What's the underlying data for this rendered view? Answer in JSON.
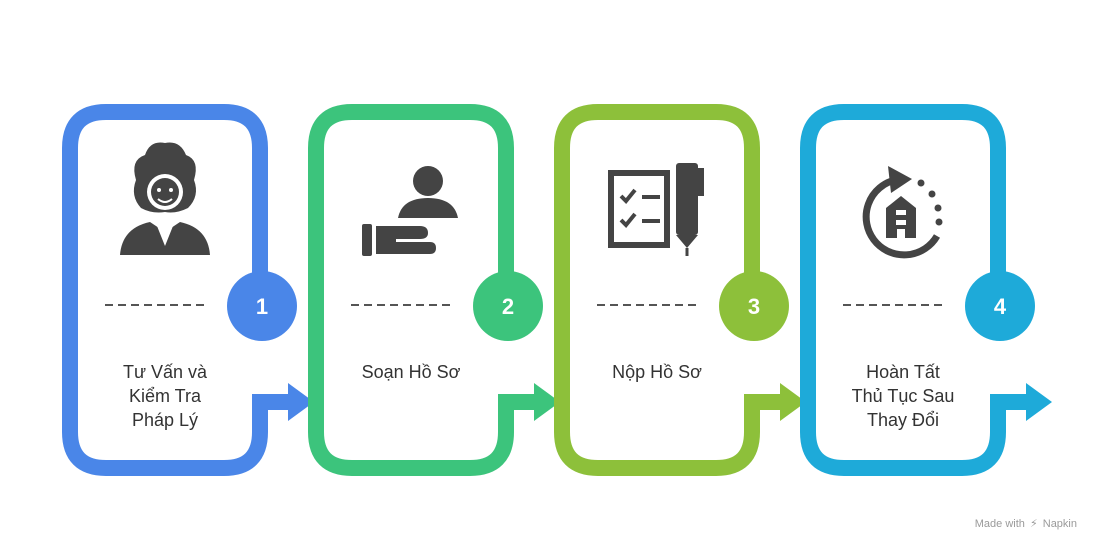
{
  "colors": {
    "step1": "#4A86E8",
    "step2": "#3CC47C",
    "step3": "#8DC03A",
    "step4": "#1EAAD9",
    "icon": "#444444",
    "text": "#333333"
  },
  "steps": [
    {
      "number": "1",
      "lines": [
        "Tư Vấn và",
        "Kiểm Tra",
        "Pháp Lý"
      ],
      "icon": "judge-icon"
    },
    {
      "number": "2",
      "lines": [
        "Soạn Hồ Sơ"
      ],
      "icon": "hand-person-icon"
    },
    {
      "number": "3",
      "lines": [
        "Nộp Hồ Sơ"
      ],
      "icon": "checklist-pen-icon"
    },
    {
      "number": "4",
      "lines": [
        "Hoàn Tất",
        "Thủ Tục Sau",
        "Thay Đổi"
      ],
      "icon": "house-cycle-icon"
    }
  ],
  "credit": {
    "made_with": "Made with",
    "brand": "Napkin"
  }
}
